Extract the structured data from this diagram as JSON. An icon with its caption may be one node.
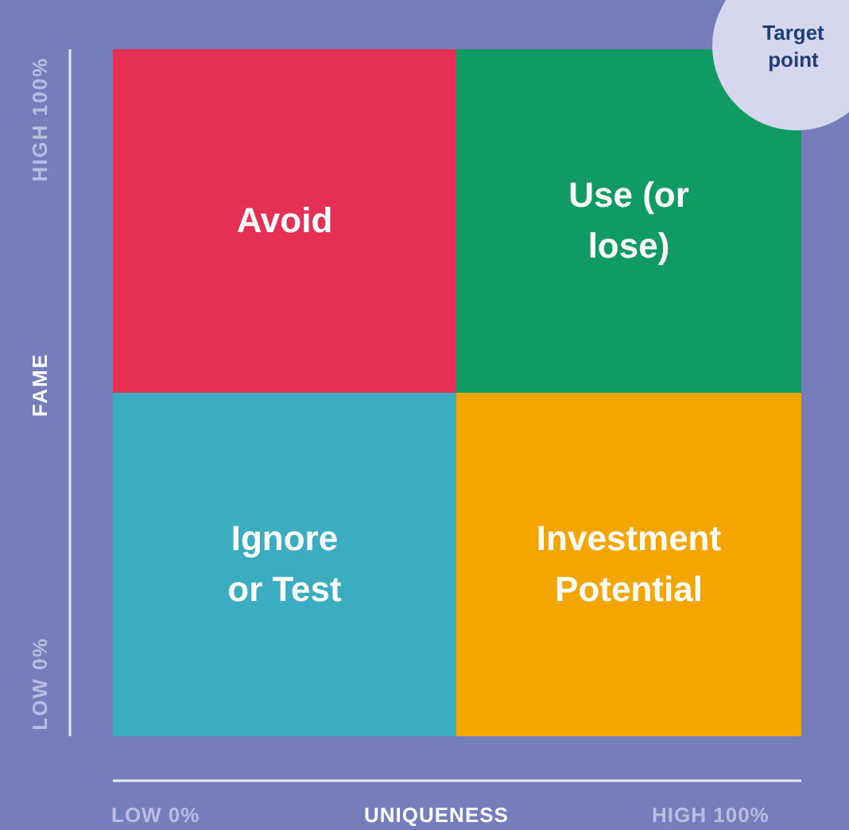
{
  "diagram": {
    "nodes": [
      {
        "text": [
          "Avoid"
        ]
      },
      {
        "text": [
          "Use (or lose)"
        ]
      },
      {
        "text": [
          "Ignore or Test"
        ]
      },
      {
        "text": [
          "Investment Potential"
        ]
      },
      {
        "text": [
          "Target point"
        ]
      }
    ],
    "labels": [
      "HIGH 100%",
      "FAME",
      "LOW 0%",
      "LOW 0%",
      "UNIQUENESS",
      "HIGH 100%"
    ]
  }
}
